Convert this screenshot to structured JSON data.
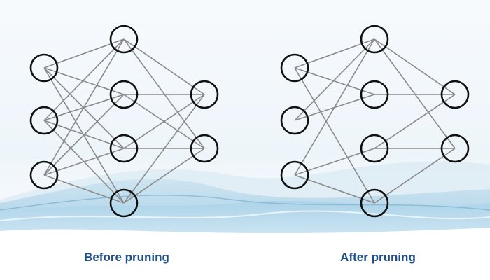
{
  "colors": {
    "text": "#1f4f8a",
    "edge": "#8a8a8a",
    "node_stroke": "#111111"
  },
  "layers": [
    3,
    4,
    2
  ],
  "networks": [
    {
      "id": "before",
      "label": "Before pruning",
      "edges_in_hidden": [
        [
          0,
          0
        ],
        [
          0,
          1
        ],
        [
          0,
          2
        ],
        [
          0,
          3
        ],
        [
          1,
          0
        ],
        [
          1,
          1
        ],
        [
          1,
          2
        ],
        [
          1,
          3
        ],
        [
          2,
          0
        ],
        [
          2,
          1
        ],
        [
          2,
          2
        ],
        [
          2,
          3
        ]
      ],
      "edges_hidden_out": [
        [
          0,
          0
        ],
        [
          0,
          1
        ],
        [
          1,
          0
        ],
        [
          1,
          1
        ],
        [
          2,
          0
        ],
        [
          2,
          1
        ],
        [
          3,
          0
        ],
        [
          3,
          1
        ]
      ]
    },
    {
      "id": "after",
      "label": "After pruning",
      "edges_in_hidden": [
        [
          0,
          0
        ],
        [
          0,
          1
        ],
        [
          0,
          3
        ],
        [
          1,
          0
        ],
        [
          1,
          1
        ],
        [
          2,
          0
        ],
        [
          2,
          2
        ],
        [
          2,
          3
        ]
      ],
      "edges_hidden_out": [
        [
          0,
          0
        ],
        [
          0,
          1
        ],
        [
          1,
          0
        ],
        [
          2,
          0
        ],
        [
          2,
          1
        ],
        [
          3,
          1
        ]
      ]
    }
  ]
}
